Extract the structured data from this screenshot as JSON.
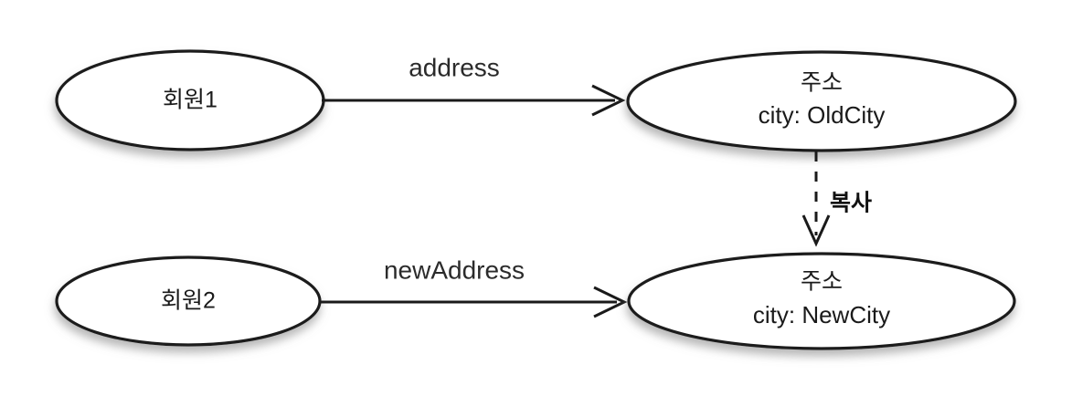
{
  "diagram": {
    "type": "object-reference-diagram",
    "background_color": "#ffffff",
    "stroke_color": "#1a1a1a",
    "text_color": "#1a1a1a",
    "nodes": [
      {
        "id": "member1",
        "shape": "ellipse",
        "label": "회원1",
        "sublabel": ""
      },
      {
        "id": "address-old",
        "shape": "ellipse",
        "label": "주소",
        "sublabel": "city: OldCity"
      },
      {
        "id": "member2",
        "shape": "ellipse",
        "label": "회원2",
        "sublabel": ""
      },
      {
        "id": "address-new",
        "shape": "ellipse",
        "label": "주소",
        "sublabel": "city: NewCity"
      }
    ],
    "edges": [
      {
        "id": "edge-address",
        "from": "member1",
        "to": "address-old",
        "label": "address",
        "style": "solid",
        "arrow": "open"
      },
      {
        "id": "edge-new-address",
        "from": "member2",
        "to": "address-new",
        "label": "newAddress",
        "style": "solid",
        "arrow": "open"
      },
      {
        "id": "edge-copy",
        "from": "address-old",
        "to": "address-new",
        "label": "복사",
        "style": "dashed",
        "arrow": "open",
        "bold_label": true
      }
    ]
  }
}
